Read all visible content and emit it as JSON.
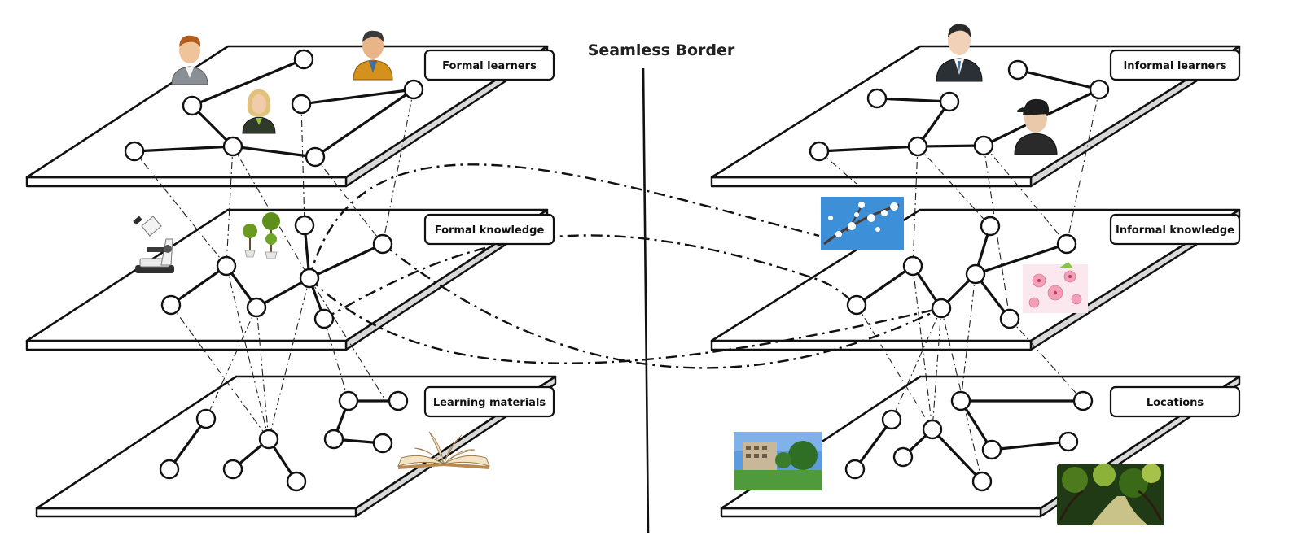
{
  "title": "Seamless Border",
  "layers": {
    "formal_learners": "Formal learners",
    "formal_knowledge": "Formal knowledge",
    "learning_materials": "Learning materials",
    "informal_learners": "Informal learners",
    "informal_knowledge": "Informal knowledge",
    "locations": "Locations"
  },
  "colors": {
    "line": "#111111",
    "plate_side": "#d9d9d9",
    "sky": "#3d8fd8",
    "grass": "#4f9a3a"
  },
  "icons": [
    "person-icon",
    "microscope-icon",
    "tree-icon",
    "book-icon",
    "blossom-photo",
    "building-photo",
    "garden-photo"
  ]
}
